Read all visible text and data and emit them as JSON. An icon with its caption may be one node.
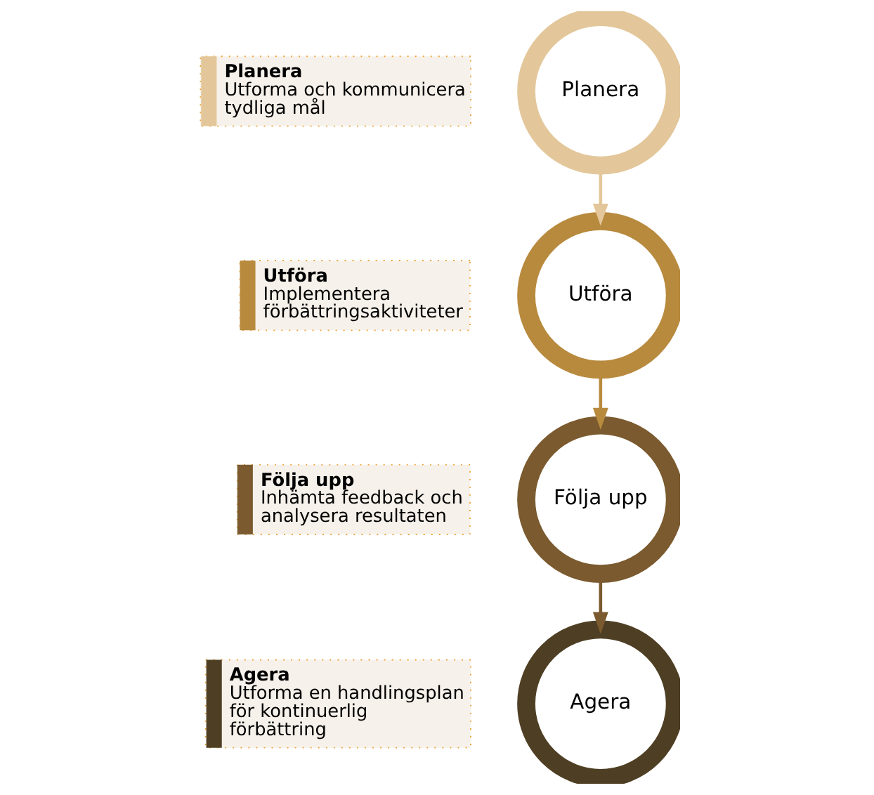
{
  "diagram": {
    "nodes": [
      {
        "text": [
          "Planera",
          "Utforma och kommunicera tydliga mål"
        ]
      },
      {
        "text": [
          "Utföra",
          "Implementera förbättringsaktiviteter"
        ]
      },
      {
        "text": [
          "Följa upp",
          "Inhämta feedback och analysera resultaten"
        ]
      },
      {
        "text": [
          "Agera",
          "Utforma en handlingsplan för kontinuerlig förbättring"
        ]
      },
      {
        "text": [
          "Planera"
        ]
      },
      {
        "text": [
          "Utföra"
        ]
      },
      {
        "text": [
          "Följa upp"
        ]
      },
      {
        "text": [
          "Agera"
        ]
      }
    ],
    "edges": [
      {
        "from": 4,
        "to": 5,
        "arrow": "to",
        "color": "#e3c79a"
      },
      {
        "from": 5,
        "to": 6,
        "arrow": "to",
        "color": "#b88a3e"
      },
      {
        "from": 6,
        "to": 7,
        "arrow": "to",
        "color": "#7a5a2e"
      }
    ]
  }
}
